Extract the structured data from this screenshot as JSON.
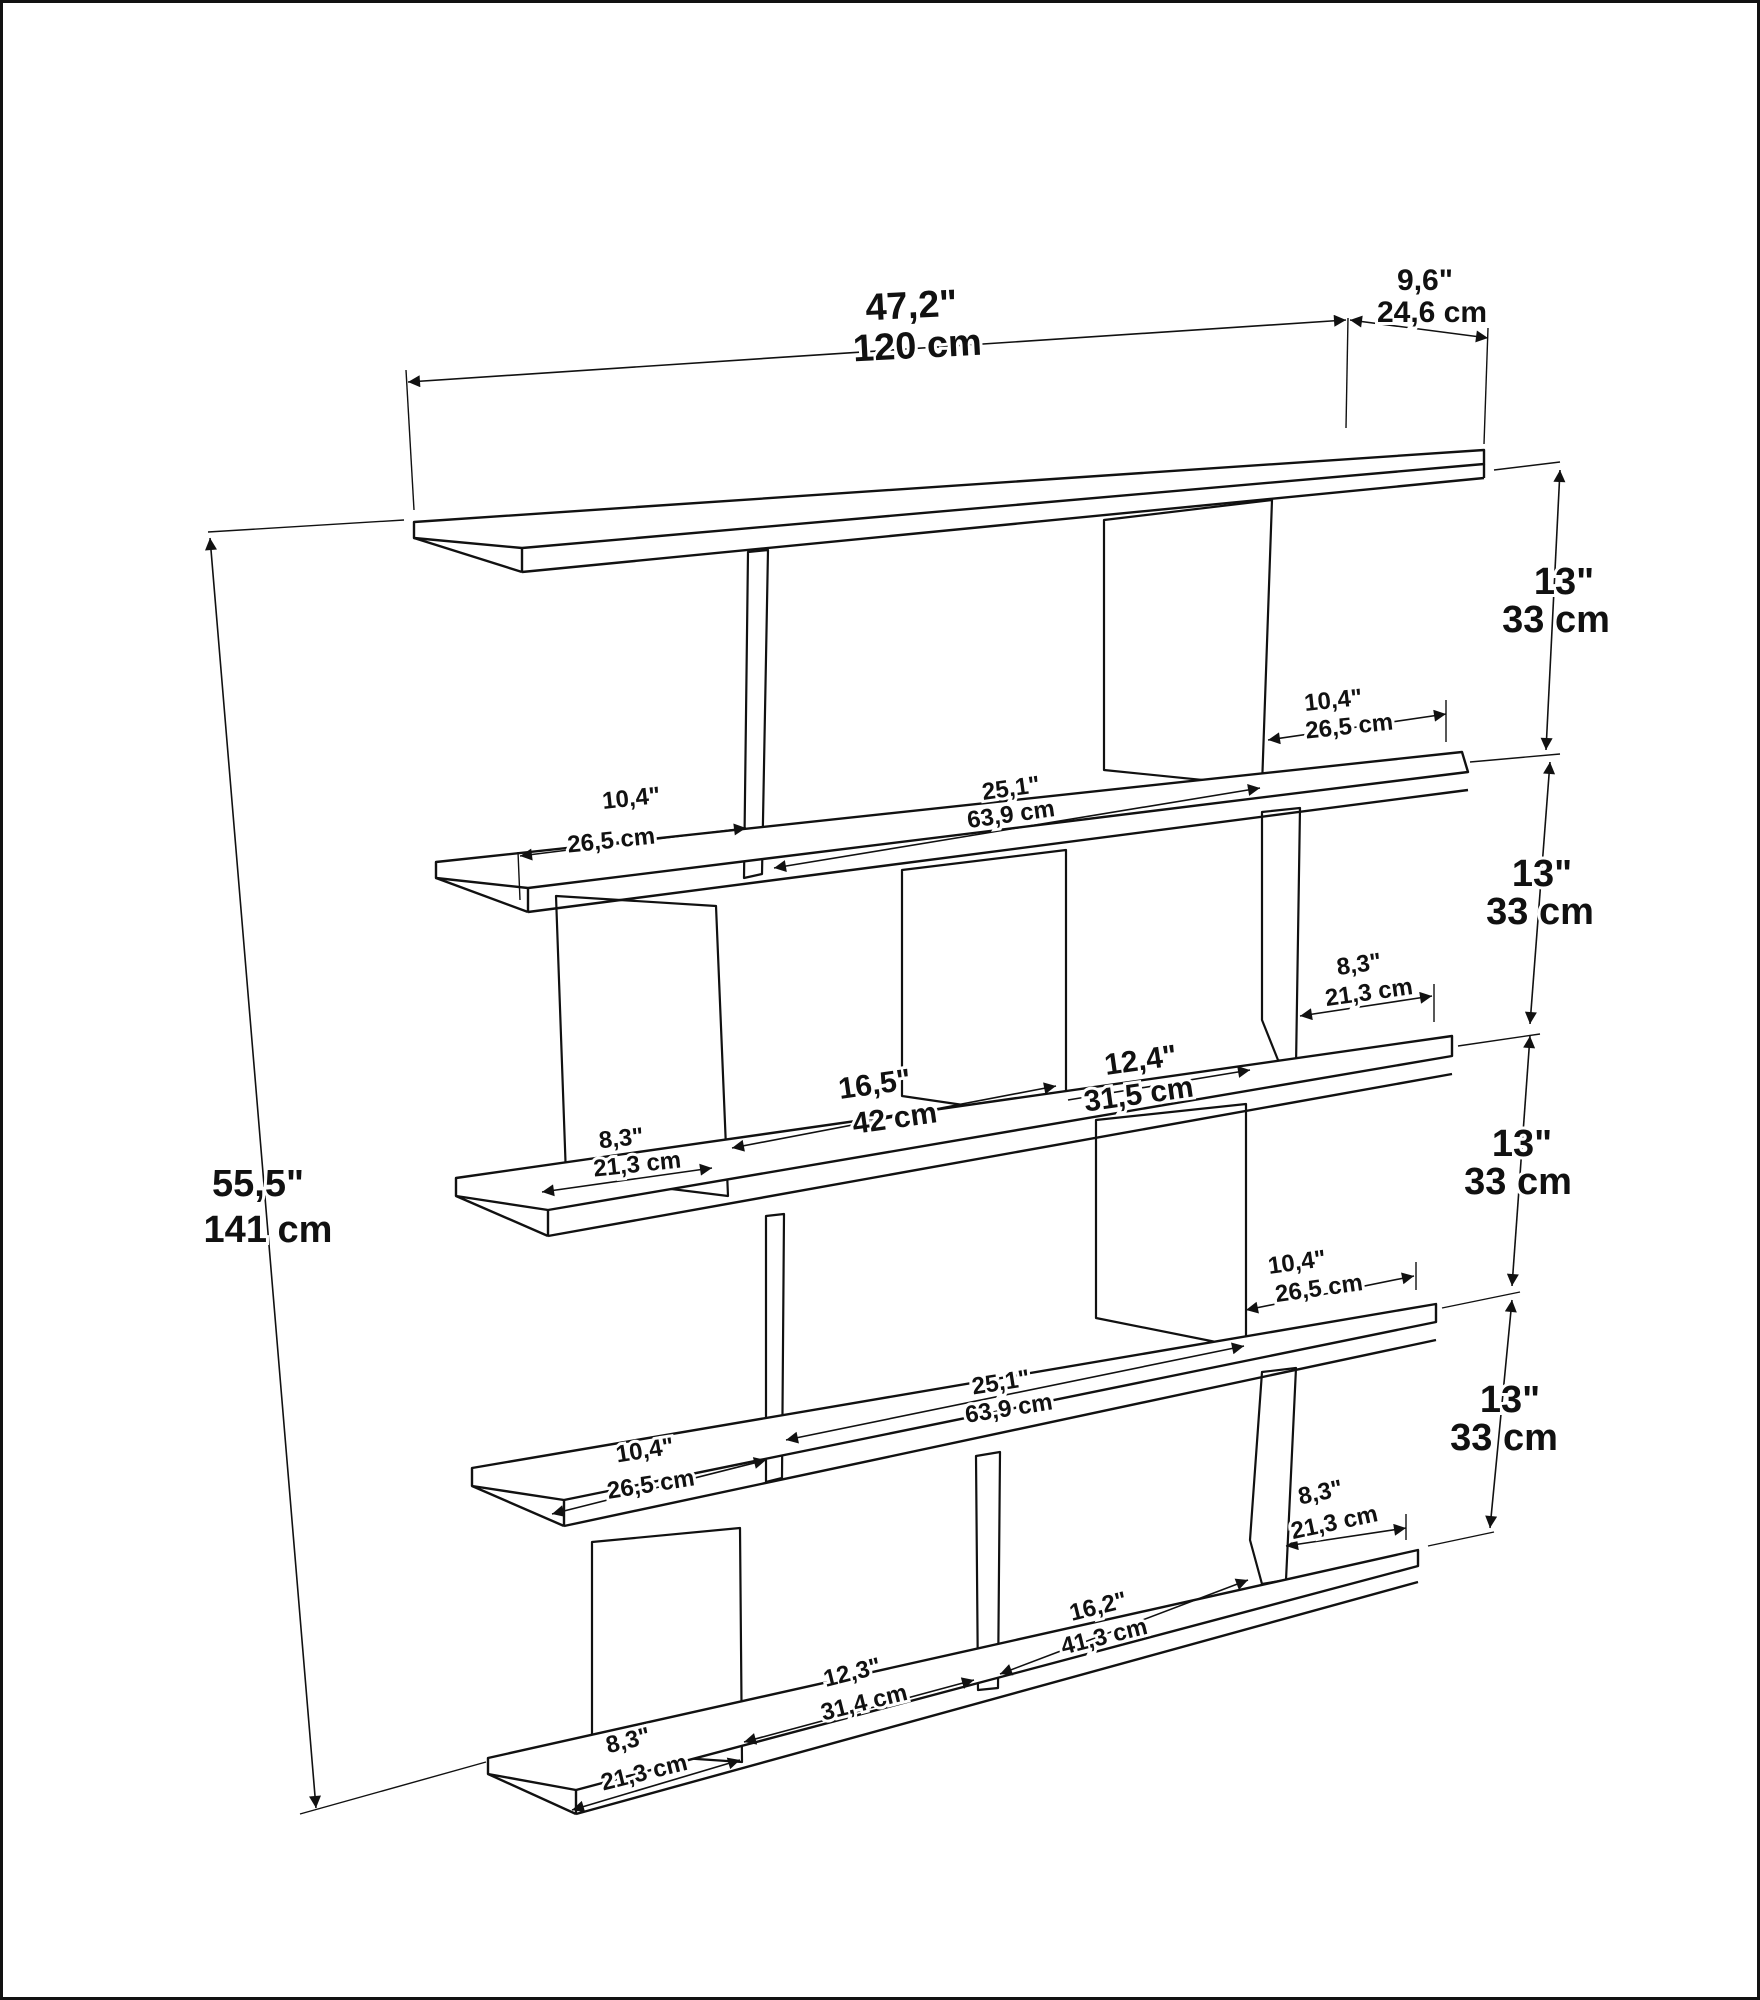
{
  "diagram": {
    "subject": "Five-tier staggered wall bookshelf — dimension drawing",
    "colors": {
      "line": "#111111",
      "background": "#ffffff",
      "frame": "#111111"
    },
    "overall": {
      "width": {
        "in": "47,2\"",
        "cm": "120 cm"
      },
      "depth": {
        "in": "9,6\"",
        "cm": "24,6 cm"
      },
      "height": {
        "in": "55,5\"",
        "cm": "141 cm"
      }
    },
    "tier_heights": [
      {
        "in": "13\"",
        "cm": "33 cm"
      },
      {
        "in": "13\"",
        "cm": "33 cm"
      },
      {
        "in": "13\"",
        "cm": "33 cm"
      },
      {
        "in": "13\"",
        "cm": "33 cm"
      }
    ],
    "compartments": [
      {
        "id": "tier1-right",
        "in": "10,4\"",
        "cm": "26,5 cm"
      },
      {
        "id": "tier2-left",
        "in": "10,4\"",
        "cm": "26,5 cm"
      },
      {
        "id": "tier2-mid",
        "in": "25,1\"",
        "cm": "63,9 cm"
      },
      {
        "id": "tier2-right",
        "in": "8,3\"",
        "cm": "21,3 cm"
      },
      {
        "id": "tier3-left",
        "in": "8,3\"",
        "cm": "21,3 cm"
      },
      {
        "id": "tier3-mid",
        "in": "16,5\"",
        "cm": "42 cm"
      },
      {
        "id": "tier3-right",
        "in": "12,4\"",
        "cm": "31,5 cm"
      },
      {
        "id": "tier3b-right",
        "in": "10,4\"",
        "cm": "26,5 cm"
      },
      {
        "id": "tier4-mid",
        "in": "25,1\"",
        "cm": "63,9 cm"
      },
      {
        "id": "tier4-left",
        "in": "10,4\"",
        "cm": "26,5 cm"
      },
      {
        "id": "tier4-right",
        "in": "8,3\"",
        "cm": "21,3 cm"
      },
      {
        "id": "tier5-mid-right",
        "in": "16,2\"",
        "cm": "41,3 cm"
      },
      {
        "id": "tier5-mid-left",
        "in": "12,3\"",
        "cm": "31,4 cm"
      },
      {
        "id": "tier5-left",
        "in": "8,3\"",
        "cm": "21,3 cm"
      }
    ]
  }
}
